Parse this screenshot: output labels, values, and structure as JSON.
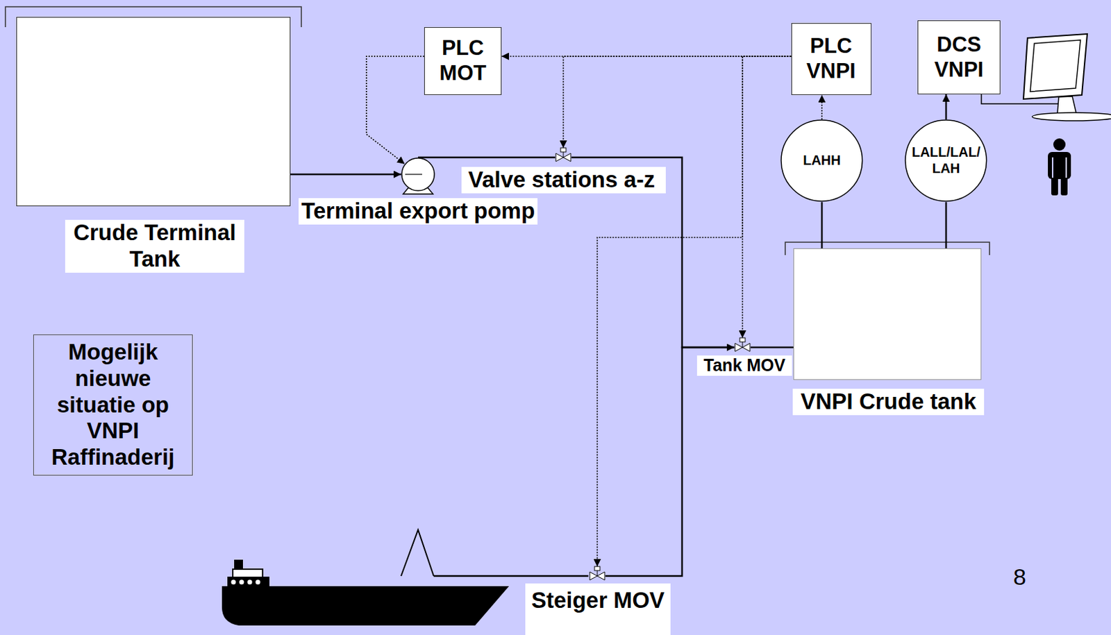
{
  "diagram": {
    "nodes": [
      {
        "text": [
          "Crude Terminal Tank"
        ]
      },
      {
        "text": [
          "PLC MOT"
        ]
      },
      {
        "text": [
          "PLC VNPI"
        ]
      },
      {
        "text": [
          "DCS VNPI"
        ]
      },
      {
        "text": [
          "Terminal export pomp"
        ]
      },
      {
        "text": [
          "Valve stations a-z"
        ]
      },
      {
        "text": [
          "LAHH"
        ]
      },
      {
        "text": [
          "LALL/LAL/ LAH"
        ]
      },
      {
        "text": [
          "VNPI Crude tank"
        ]
      },
      {
        "text": [
          "Tank MOV"
        ]
      },
      {
        "text": [
          "Steiger MOV"
        ]
      },
      {
        "text": [
          "Mogelijk nieuwe situatie op VNPI Raffinaderij"
        ]
      }
    ],
    "edges": [
      {
        "from": 0,
        "to": 4,
        "arrow": "to"
      },
      {
        "from": 4,
        "to": 5,
        "arrow": "none"
      },
      {
        "from": 5,
        "to": 9,
        "arrow": "none"
      },
      {
        "from": 10,
        "to": 9,
        "arrow": "to"
      },
      {
        "from": 9,
        "to": 8,
        "arrow": "none"
      },
      {
        "from": 2,
        "to": 1,
        "arrow": "to"
      },
      {
        "from": 2,
        "to": 5,
        "arrow": "to"
      },
      {
        "from": 2,
        "to": 9,
        "arrow": "to"
      },
      {
        "from": 2,
        "to": 10,
        "arrow": "to"
      },
      {
        "from": 1,
        "to": 4,
        "arrow": "to"
      },
      {
        "from": 6,
        "to": 2,
        "arrow": "to"
      },
      {
        "from": 7,
        "to": 3,
        "arrow": "to"
      },
      {
        "from": 8,
        "to": 6,
        "arrow": "none"
      },
      {
        "from": 8,
        "to": 7,
        "arrow": "none"
      }
    ],
    "labels": [
      "8"
    ]
  }
}
